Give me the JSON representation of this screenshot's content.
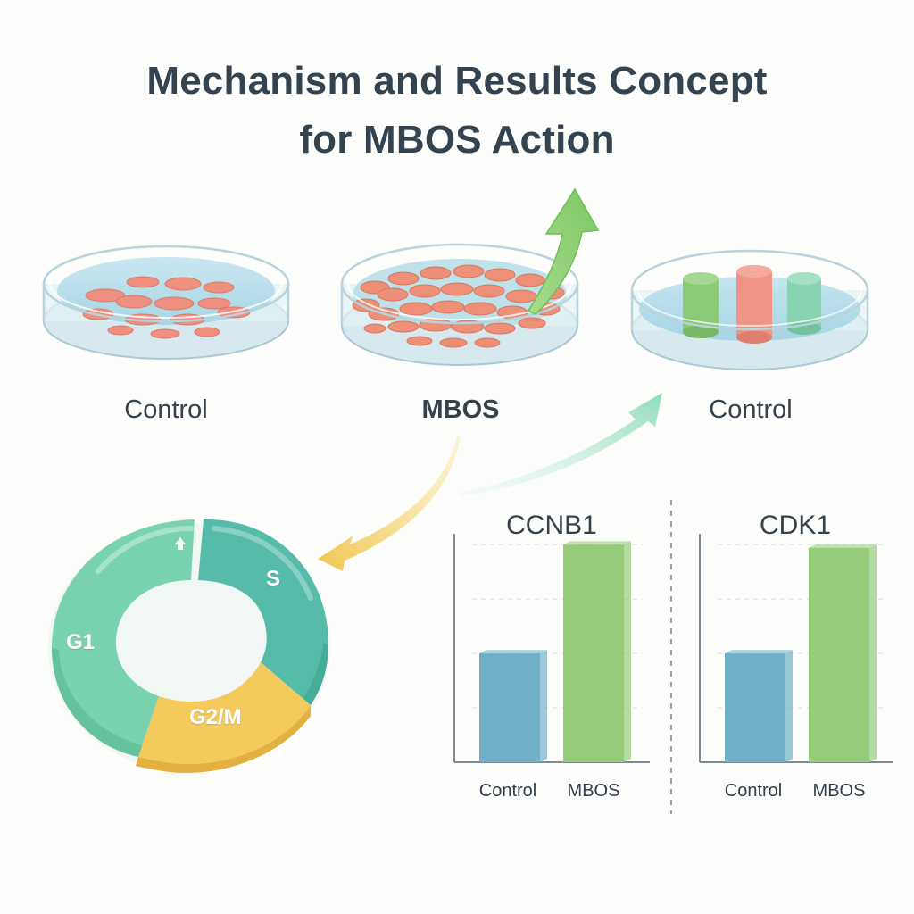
{
  "title": {
    "line1": "Mechanism and Results Concept",
    "line2": "for MBOS Action"
  },
  "dishes": [
    {
      "label": "Control",
      "content": "sparse cells"
    },
    {
      "label": "MBOS",
      "content": "dense cells"
    },
    {
      "label": "Control",
      "content": "protein columns"
    }
  ],
  "cell_cycle": {
    "phases": [
      "G1",
      "S",
      "G2/M"
    ]
  },
  "colors": {
    "text": "#34424c",
    "teal": "#6ccaa9",
    "teal_dark": "#4bb3a2",
    "yellow": "#f2c85b",
    "bar_control": "#6fb0c8",
    "bar_mbos": "#94cc7a",
    "arrow_green": "#8fd07a",
    "arrow_mint": "#9ee0c2"
  },
  "chart_data": [
    {
      "type": "bar",
      "title": "CCNB1",
      "categories": [
        "Control",
        "MBOS"
      ],
      "values": [
        1.0,
        2.0
      ],
      "ylim": [
        0,
        2.1
      ],
      "grid": true
    },
    {
      "type": "bar",
      "title": "CDK1",
      "categories": [
        "Control",
        "MBOS"
      ],
      "values": [
        1.0,
        1.97
      ],
      "ylim": [
        0,
        2.1
      ],
      "grid": true
    }
  ]
}
